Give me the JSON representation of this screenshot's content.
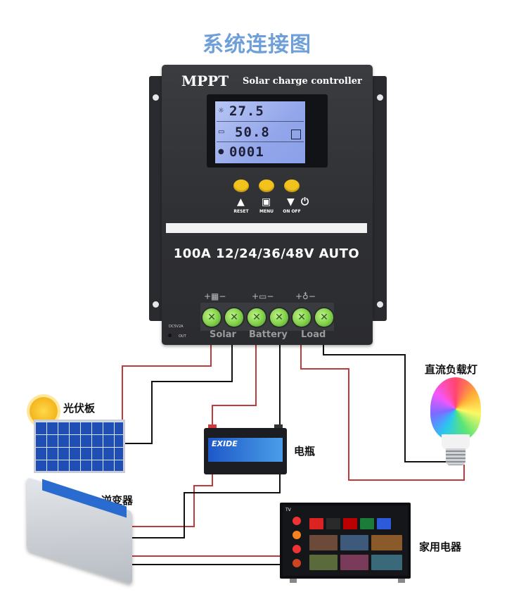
{
  "title": "系统连接图",
  "controller": {
    "brand": "MPPT",
    "subtitle": "Solar charge controller",
    "lcd": {
      "line1": "27.5",
      "line2": "50.8",
      "line3": "0001"
    },
    "buttons": {
      "reset": "RESET",
      "menu": "MENU",
      "onoff": "ON OFF"
    },
    "spec": "100A 12/24/36/48V AUTO",
    "terminals": {
      "solar": "Solar",
      "battery": "Battery",
      "load": "Load"
    },
    "usb_label": "DC5V2A",
    "out_label": "OUT"
  },
  "components": {
    "solar_panel": "光伏板",
    "battery": "电瓶",
    "battery_brand": "EXIDE",
    "load_lamp": "直流负载灯",
    "inverter": "逆变器",
    "appliance": "家用电器"
  },
  "tv": {
    "label": "TV"
  },
  "colors": {
    "title": "#6f9fd8",
    "controller_body": "#2f3034",
    "button_yellow": "#f3c21c",
    "terminal_green": "#7fd04a",
    "wire_red": "#c0393b",
    "wire_black": "#111111",
    "panel_blue": "#1f4fb5"
  }
}
